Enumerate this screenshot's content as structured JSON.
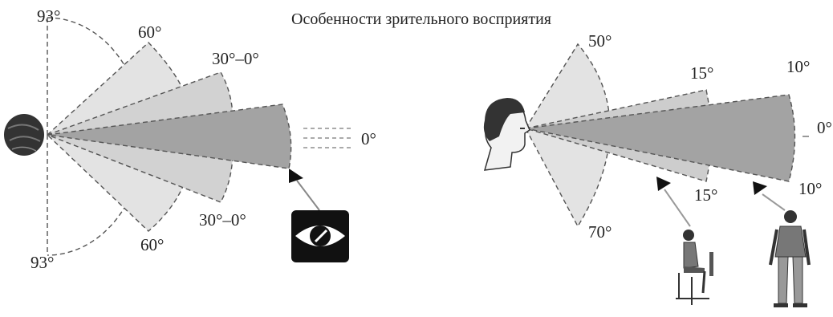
{
  "title": "Особенности зрительного восприятия",
  "colors": {
    "sector_light": "#e3e3e3",
    "sector_mid": "#c9c9c9",
    "sector_dark": "#a3a3a3",
    "dash_line": "#555555",
    "arrow": "#111111",
    "text": "#222222"
  },
  "left": {
    "labels": {
      "top_93": "93°",
      "top_60": "60°",
      "top_30": "30°–0°",
      "center_0": "0°",
      "bottom_30": "30°–0°",
      "bottom_60": "60°",
      "bottom_93": "93°"
    },
    "icons": [
      "head-top-icon",
      "eye-icon",
      "arrow-icon"
    ]
  },
  "right": {
    "labels": {
      "top_50": "50°",
      "top_15": "15°",
      "top_10": "10°",
      "center_0": "0°",
      "bottom_15": "15°",
      "bottom_10": "10°",
      "bottom_70": "70°"
    },
    "icons": [
      "head-profile-icon",
      "seated-person-icon",
      "standing-person-icon",
      "arrow-icon"
    ]
  }
}
